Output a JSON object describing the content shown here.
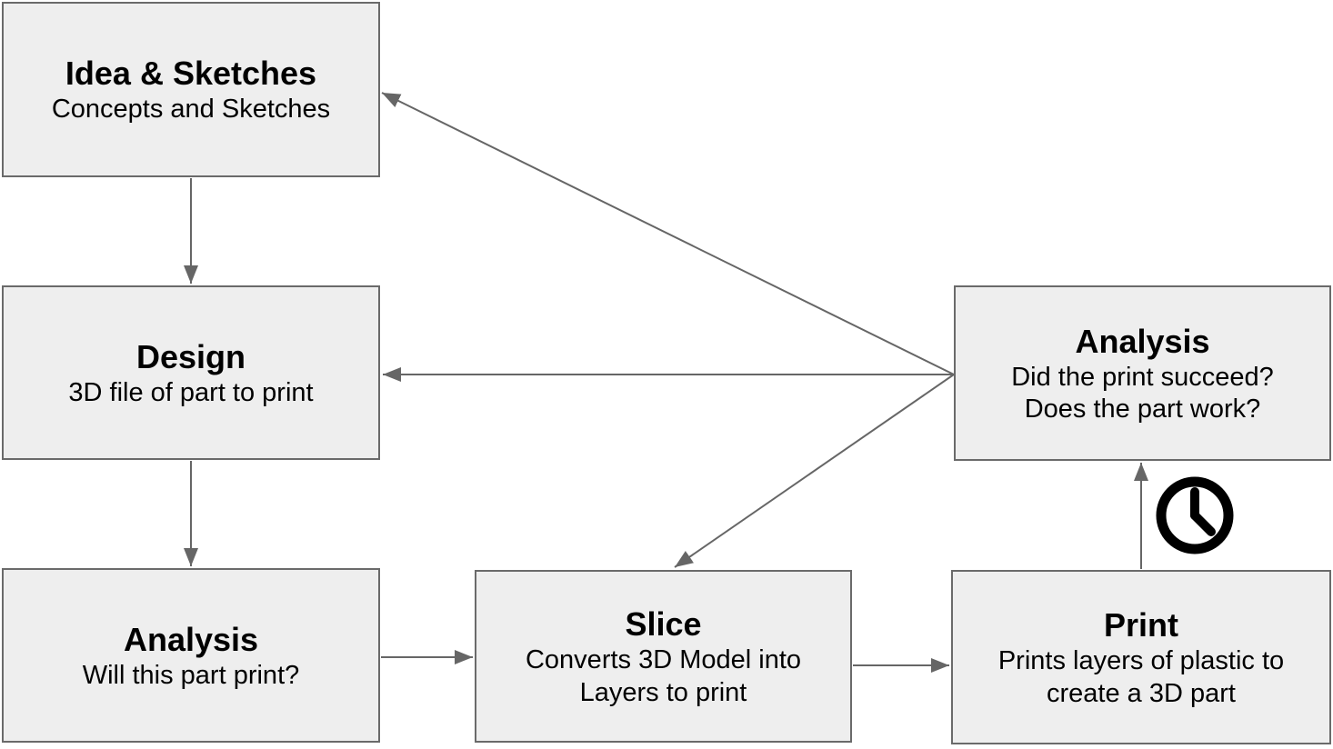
{
  "diagram": {
    "kind": "flowchart",
    "colors": {
      "background": "#ffffff",
      "node_fill": "#eeeeee",
      "node_border": "#6a6a6a",
      "arrow": "#666666",
      "clock_icon": "#000000",
      "text": "#000000"
    },
    "nodes": [
      {
        "id": "idea-sketches",
        "title": "Idea & Sketches",
        "subtitle": "Concepts and Sketches"
      },
      {
        "id": "design",
        "title": "Design",
        "subtitle": "3D file of part to print"
      },
      {
        "id": "analysis-print-check",
        "title": "Analysis",
        "subtitle": "Will this part print?"
      },
      {
        "id": "slice",
        "title": "Slice",
        "subtitle": "Converts 3D Model into\nLayers to print"
      },
      {
        "id": "print",
        "title": "Print",
        "subtitle": "Prints layers of plastic to\ncreate a 3D part"
      },
      {
        "id": "analysis-result",
        "title": "Analysis",
        "subtitle": "Did the print succeed?\nDoes the part work?"
      }
    ],
    "edges": [
      {
        "from": "idea-sketches",
        "to": "design"
      },
      {
        "from": "design",
        "to": "analysis-print-check"
      },
      {
        "from": "analysis-print-check",
        "to": "slice"
      },
      {
        "from": "slice",
        "to": "print"
      },
      {
        "from": "print",
        "to": "analysis-result"
      },
      {
        "from": "analysis-result",
        "to": "idea-sketches"
      },
      {
        "from": "analysis-result",
        "to": "design"
      },
      {
        "from": "analysis-result",
        "to": "slice"
      }
    ],
    "icons": [
      {
        "name": "clock-icon",
        "location": "beside arrow from print to analysis-result"
      }
    ]
  }
}
